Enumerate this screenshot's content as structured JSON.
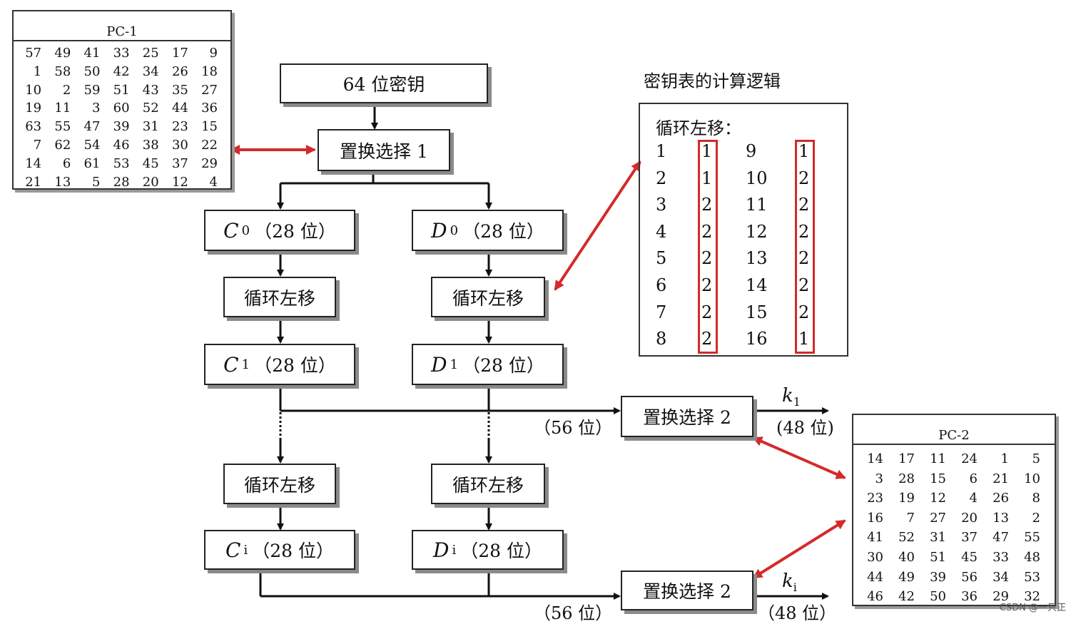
{
  "pc1": {
    "title": "PC-1",
    "rows": [
      [
        "57",
        "49",
        "41",
        "33",
        "25",
        "17",
        "9"
      ],
      [
        "1",
        "58",
        "50",
        "42",
        "34",
        "26",
        "18"
      ],
      [
        "10",
        "2",
        "59",
        "51",
        "43",
        "35",
        "27"
      ],
      [
        "19",
        "11",
        "3",
        "60",
        "52",
        "44",
        "36"
      ],
      [
        "63",
        "55",
        "47",
        "39",
        "31",
        "23",
        "15"
      ],
      [
        "7",
        "62",
        "54",
        "46",
        "38",
        "30",
        "22"
      ],
      [
        "14",
        "6",
        "61",
        "53",
        "45",
        "37",
        "29"
      ],
      [
        "21",
        "13",
        "5",
        "28",
        "20",
        "12",
        "4"
      ]
    ]
  },
  "pc2": {
    "title": "PC-2",
    "rows": [
      [
        "14",
        "17",
        "11",
        "24",
        "1",
        "5"
      ],
      [
        "3",
        "28",
        "15",
        "6",
        "21",
        "10"
      ],
      [
        "23",
        "19",
        "12",
        "4",
        "26",
        "8"
      ],
      [
        "16",
        "7",
        "27",
        "20",
        "13",
        "2"
      ],
      [
        "41",
        "52",
        "31",
        "37",
        "47",
        "55"
      ],
      [
        "30",
        "40",
        "51",
        "45",
        "33",
        "48"
      ],
      [
        "44",
        "49",
        "39",
        "56",
        "34",
        "53"
      ],
      [
        "46",
        "42",
        "50",
        "36",
        "29",
        "32"
      ]
    ]
  },
  "flow": {
    "key_64": "64 位密钥",
    "pc1_box": "置换选择 1",
    "c0": {
      "name": "C",
      "sub": "0",
      "bits": "（28 位）"
    },
    "d0": {
      "name": "D",
      "sub": "0",
      "bits": "（28 位）"
    },
    "shift": "循环左移",
    "c1": {
      "name": "C",
      "sub": "1",
      "bits": "（28 位）"
    },
    "d1": {
      "name": "D",
      "sub": "1",
      "bits": "（28 位）"
    },
    "ci": {
      "name": "C",
      "sub": "i",
      "bits": "（28 位）"
    },
    "di": {
      "name": "D",
      "sub": "i",
      "bits": "（28 位）"
    },
    "pc2_box": "置换选择 2",
    "bits56": "（56 位）",
    "bits48": "(48 位)",
    "bits48_b": "（48 位）",
    "k1": {
      "name": "k",
      "sub": "1"
    },
    "ki": {
      "name": "k",
      "sub": "i"
    }
  },
  "logic": {
    "title": "密钥表的计算逻辑",
    "heading": "循环左移：",
    "left": [
      {
        "round": "1",
        "shift": "1"
      },
      {
        "round": "2",
        "shift": "1"
      },
      {
        "round": "3",
        "shift": "2"
      },
      {
        "round": "4",
        "shift": "2"
      },
      {
        "round": "5",
        "shift": "2"
      },
      {
        "round": "6",
        "shift": "2"
      },
      {
        "round": "7",
        "shift": "2"
      },
      {
        "round": "8",
        "shift": "2"
      }
    ],
    "right": [
      {
        "round": "9",
        "shift": "1"
      },
      {
        "round": "10",
        "shift": "2"
      },
      {
        "round": "11",
        "shift": "2"
      },
      {
        "round": "12",
        "shift": "2"
      },
      {
        "round": "13",
        "shift": "2"
      },
      {
        "round": "14",
        "shift": "2"
      },
      {
        "round": "15",
        "shift": "2"
      },
      {
        "round": "16",
        "shift": "1"
      }
    ]
  },
  "watermark": "CSDN @一只正",
  "colors": {
    "arrow_red": "#d42a2a",
    "line": "#111111",
    "shadow": "#8a8a8a"
  }
}
